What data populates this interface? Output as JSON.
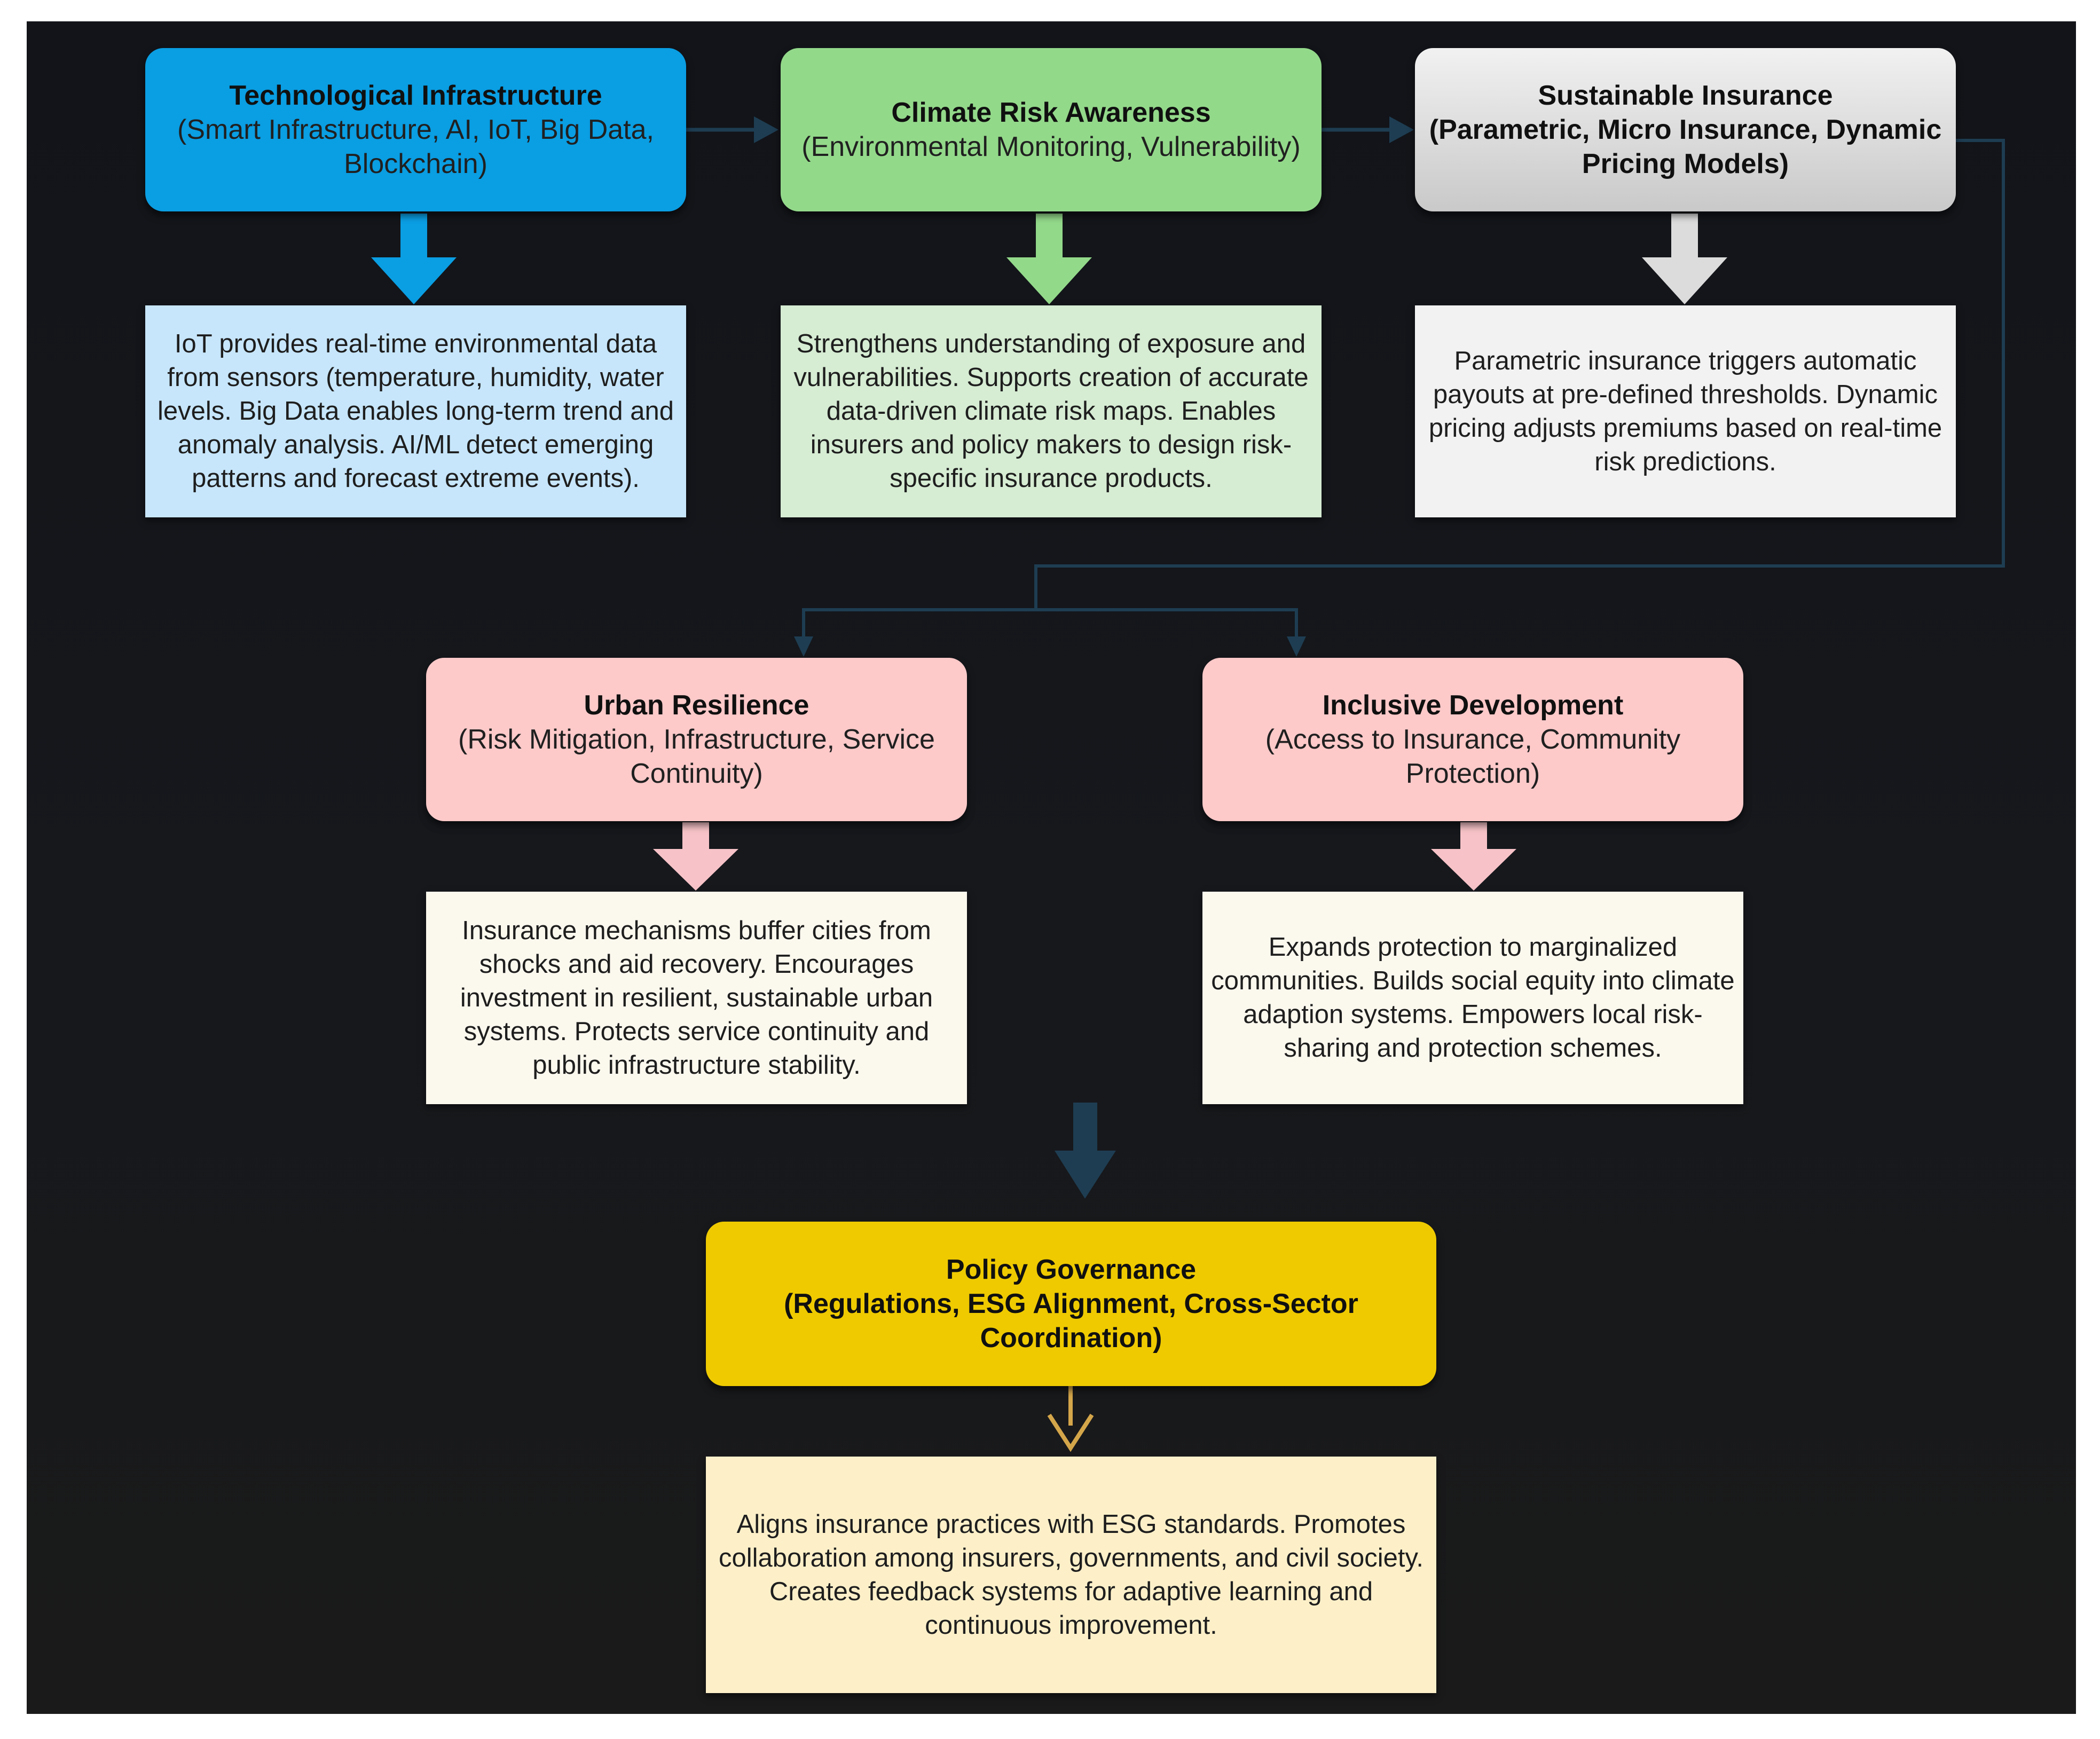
{
  "colors": {
    "tech_header": "#0a9ee3",
    "tech_desc": "#c7e6fb",
    "climate_header": "#93d98a",
    "climate_desc": "#d6ecd3",
    "insurance_header": "#d7d7d7",
    "insurance_desc": "#f2f2f2",
    "pink_header": "#fdc9c9",
    "pink_desc": "#fbf8ee",
    "policy_header": "#efca00",
    "policy_desc": "#fdf0c9",
    "connector": "#1e3d52",
    "policy_arrow": "#d4a64a"
  },
  "nodes": {
    "tech": {
      "title": "Technological Infrastructure",
      "subtitle": "(Smart Infrastructure, AI, IoT, Big Data, Blockchain)",
      "description": "IoT provides real-time environmental data from sensors (temperature, humidity, water levels. Big Data enables long-term trend and anomaly analysis. AI/ML detect emerging patterns and forecast extreme events)."
    },
    "climate": {
      "title": "Climate Risk Awareness",
      "subtitle": "(Environmental Monitoring, Vulnerability)",
      "description": "Strengthens understanding of exposure and vulnerabilities. Supports creation of accurate data-driven climate risk maps. Enables insurers and policy makers to design risk-specific insurance products."
    },
    "insurance": {
      "title": "Sustainable Insurance",
      "subtitle": "(Parametric, Micro Insurance, Dynamic Pricing Models)",
      "description": "Parametric insurance triggers automatic payouts at pre-defined thresholds. Dynamic pricing adjusts premiums based on real-time risk predictions."
    },
    "urban": {
      "title": "Urban Resilience",
      "subtitle": "(Risk Mitigation, Infrastructure, Service Continuity)",
      "description": "Insurance mechanisms buffer cities from shocks and aid recovery. Encourages investment in resilient, sustainable urban systems. Protects service continuity and public infrastructure stability."
    },
    "inclusive": {
      "title": "Inclusive Development",
      "subtitle": "(Access to Insurance, Community Protection)",
      "description": "Expands protection to marginalized communities. Builds social equity into climate adaption systems. Empowers local risk-sharing and protection schemes."
    },
    "policy": {
      "title": "Policy Governance",
      "subtitle": "(Regulations, ESG Alignment, Cross-Sector Coordination)",
      "description": "Aligns insurance practices with ESG standards. Promotes collaboration among insurers, governments, and civil society. Creates feedback systems for adaptive learning and continuous improvement."
    }
  }
}
